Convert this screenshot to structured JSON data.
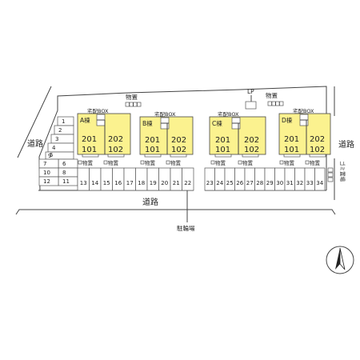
{
  "roads": {
    "top_left": "道路",
    "bottom": "道路",
    "right": "道路"
  },
  "bike_parking": "駐輪場",
  "side_storage": "ゴミ置場",
  "lp": "LP",
  "storage_labels": {
    "top_a": "物置",
    "top_c": "物置",
    "a_left": "物置",
    "a_right": "物置",
    "b_left": "物置",
    "b_right": "物置",
    "c_left": "物置",
    "c_right": "物置",
    "d_left": "物置",
    "d_right": "物置"
  },
  "buildings": [
    {
      "name": "A棟",
      "box": "宅配BOX",
      "units": [
        "201",
        "101",
        "202",
        "102"
      ]
    },
    {
      "name": "B棟",
      "box": "宅配BOX",
      "units": [
        "201",
        "101",
        "202",
        "102"
      ]
    },
    {
      "name": "C棟",
      "box": "宅配BOX",
      "units": [
        "201",
        "101",
        "202",
        "102"
      ]
    },
    {
      "name": "D棟",
      "box": "宅配BOX",
      "units": [
        "201",
        "101",
        "202",
        "102"
      ]
    }
  ],
  "parking": [
    "1",
    "2",
    "3",
    "4",
    "5",
    "6",
    "7",
    "8",
    "9",
    "10",
    "11",
    "12",
    "13",
    "14",
    "15",
    "16",
    "17",
    "18",
    "19",
    "20",
    "21",
    "22",
    "23",
    "24",
    "25",
    "26",
    "27",
    "28",
    "29",
    "30",
    "31",
    "32",
    "33",
    "34"
  ],
  "compass_icon": "north-arrow-icon"
}
